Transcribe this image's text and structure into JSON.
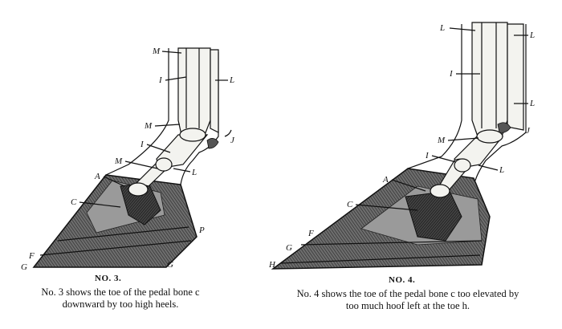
{
  "figure_3": {
    "title": "NO. 3.",
    "caption_line1": "No. 3 shows the toe of the pedal bone c",
    "caption_line2": "downward by too high heels.",
    "labels": {
      "m1": "M",
      "i1": "I",
      "l1": "L",
      "m2": "M",
      "j": "J",
      "i2": "I",
      "m3": "M",
      "l2": "L",
      "a": "A",
      "c": "C",
      "p": "P",
      "f": "F",
      "g_left": "G",
      "g_right": "G"
    }
  },
  "figure_4": {
    "title": "NO. 4.",
    "caption_line1": "No. 4 shows the toe of the pedal bone c too elevated by",
    "caption_line2": "too much hoof left at the toe h.",
    "labels": {
      "top": "L",
      "l1": "L",
      "i1": "I",
      "l2": "L",
      "m1": "M",
      "j": "J",
      "i2": "I",
      "l3": "L",
      "a": "A",
      "c": "C",
      "f": "F",
      "g": "G",
      "h": "H"
    }
  }
}
